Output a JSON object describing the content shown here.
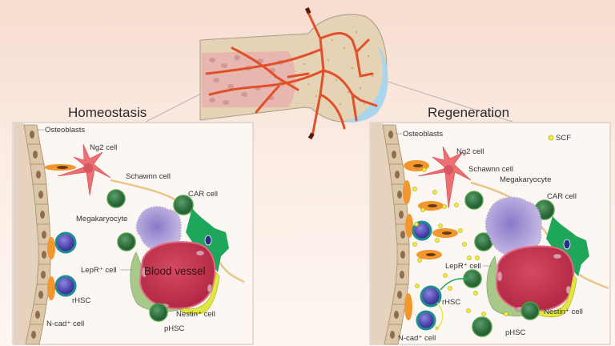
{
  "figure": {
    "top_illustration": "bone-cross-section-with-vasculature",
    "colors": {
      "background_top": "#f7dccf",
      "background_bottom": "#fdf6f1",
      "bone": "#e6d3b5",
      "marrow": "#e7b3ae",
      "vessel": "#e0502a",
      "cartilage": "#a9d6ec",
      "osteoblast": "#dcc7a8",
      "ng2_cell": "#ec6f71",
      "schwann_fiber": "#e9c58c",
      "hsc_green": "#2f7a45",
      "hsc_purple": "#5a4db8",
      "hsc_teal": "#1f8e8e",
      "car_cell": "#1ea65a",
      "megakaryocyte": "#a99ad6",
      "blood_vessel": "#c8344e",
      "lepr_cell": "#a9c98a",
      "nestin_cell": "#e1e645",
      "ncad_cell": "#f2962e",
      "scf": "#f3ee3c"
    }
  },
  "panels": {
    "homeostasis": {
      "title": "Homeostasis",
      "labels": {
        "osteoblasts": "Osteoblasts",
        "ng2": "Ng2 cell",
        "schwann": "Schawnn cell",
        "car": "CAR cell",
        "megakaryocyte": "Megakaryocyte",
        "lepr": "LepR⁺ cell",
        "blood_vessel": "Blood vessel",
        "rhsc": "rHSC",
        "nestin": "Nestin⁺ cell",
        "ncad": "N-cad⁺ cell",
        "phsc": "pHSC"
      }
    },
    "regeneration": {
      "title": "Regeneration",
      "labels": {
        "osteoblasts": "Osteoblasts",
        "scf": "SCF",
        "ng2": "Ng2 cell",
        "schwann": "Schawnn cell",
        "megakaryocyte": "Megakaryocyte",
        "car": "CAR cell",
        "lepr": "LepR⁺ cell",
        "rhsc": "rHSC",
        "nestin": "Nestin⁺ cell",
        "ncad": "N-cad⁺ cell",
        "phsc": "pHSC"
      }
    }
  }
}
